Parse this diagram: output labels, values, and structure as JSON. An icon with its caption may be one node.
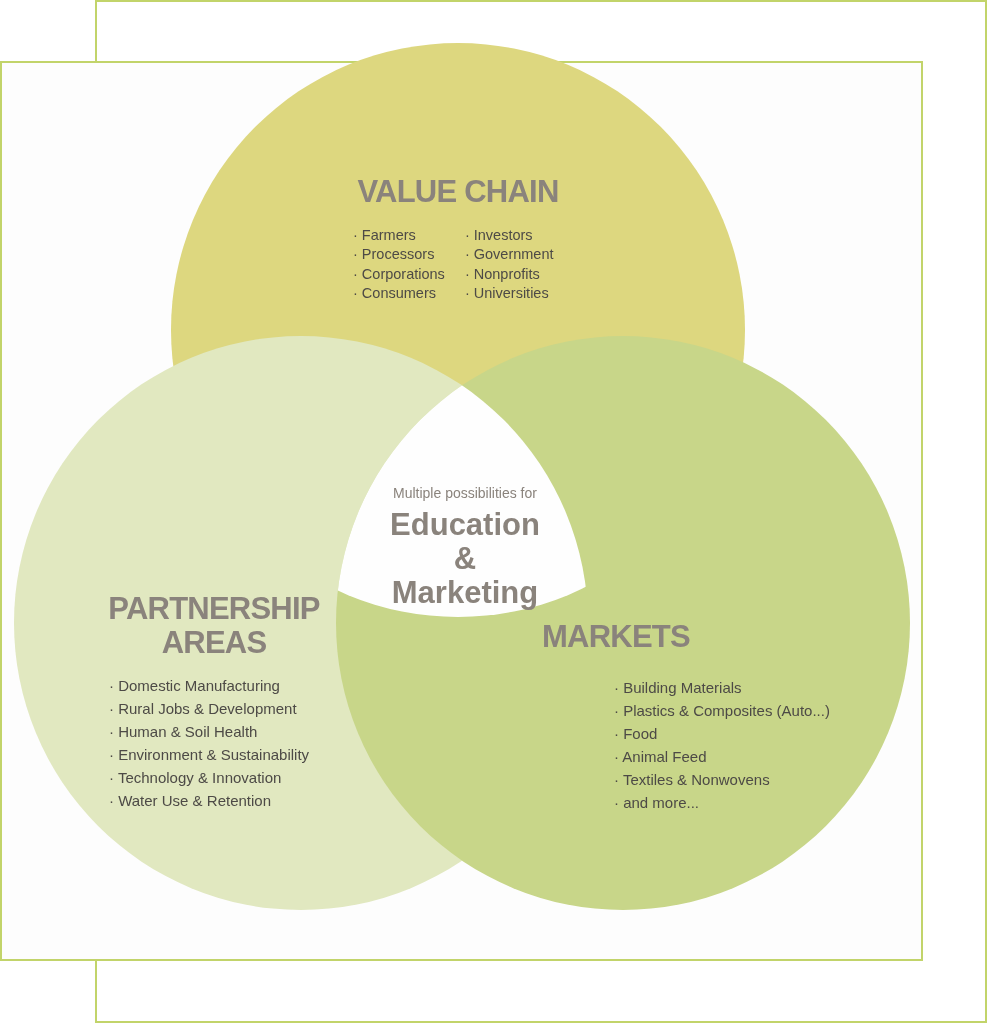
{
  "diagram": {
    "nodes": [
      {
        "text": [
          "VALUE CHAIN",
          "· Farmers",
          "· Processors",
          "· Corporations",
          "· Consumers",
          "· Investors",
          "· Government",
          "· Nonprofits",
          "· Universities"
        ]
      },
      {
        "text": [
          "PARTNERSHIP AREAS",
          "· Domestic Manufacturing",
          "· Rural Jobs & Development",
          "· Human & Soil Health",
          "· Environment & Sustainability",
          "· Technology & Innovation",
          "· Water Use & Retention"
        ]
      },
      {
        "text": [
          "MARKETS",
          "· Building Materials",
          "· Plastics & Composites (Auto...)",
          "· Food",
          "· Animal Feed",
          "· Textiles & Nonwovens",
          "· and more..."
        ]
      },
      {
        "text": [
          "Multiple possibilities for",
          "Education & Marketing"
        ]
      }
    ]
  }
}
